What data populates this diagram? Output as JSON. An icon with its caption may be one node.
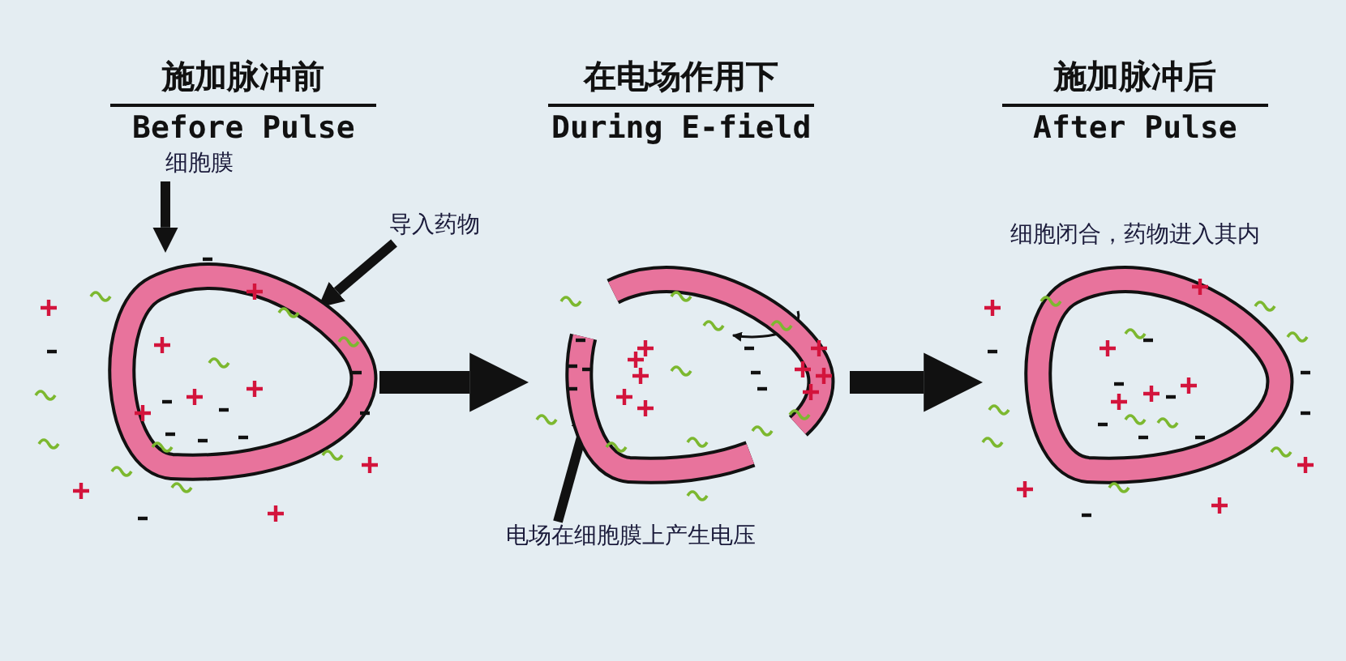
{
  "diagram": {
    "nodes": [
      {
        "text": [],
        "shape": "cell"
      },
      {
        "text": [],
        "shape": "cell"
      },
      {
        "text": [],
        "shape": "cell"
      },
      {
        "text": [
          "细胞膜"
        ]
      },
      {
        "text": [
          "导入药物"
        ]
      },
      {
        "text": [
          "电场在细胞膜上产生电压"
        ]
      }
    ],
    "edges": [
      {
        "from": 0,
        "to": 1,
        "arrow": "to",
        "style": "thick"
      },
      {
        "from": 1,
        "to": 2,
        "arrow": "to",
        "style": "thick"
      },
      {
        "from": 3,
        "to": 0,
        "arrow": "to"
      },
      {
        "from": 4,
        "to": 0,
        "arrow": "to"
      },
      {
        "from": 5,
        "to": 1,
        "arrow": "to"
      }
    ],
    "labels": [
      "施加脉冲前",
      "Before Pulse",
      "在电场作用下",
      "During E-field",
      "施加脉冲后",
      "After Pulse",
      "细胞闭合，药物进入其内"
    ]
  }
}
